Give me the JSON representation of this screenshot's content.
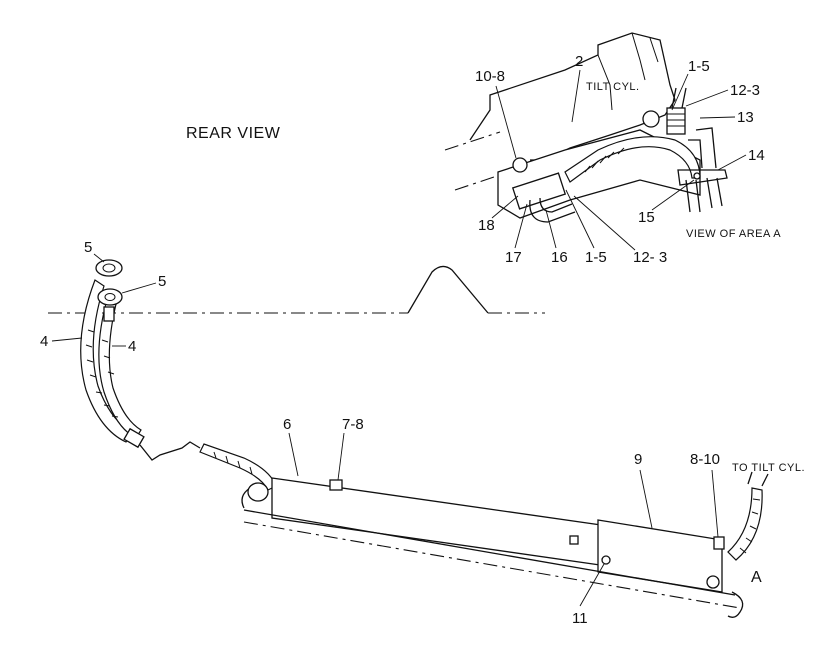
{
  "captions": {
    "rear_view": "REAR VIEW",
    "tilt_cyl": "TILT CYL.",
    "view_of_area": "VIEW OF AREA A",
    "to_tilt_cyl": "TO TILT CYL.",
    "area_marker": "A"
  },
  "callouts": {
    "c_10_8": "10-8",
    "c_2": "2",
    "c_1_5_top": "1-5",
    "c_12_3_top": "12-3",
    "c_13": "13",
    "c_14": "14",
    "c_15": "15",
    "c_18": "18",
    "c_17": "17",
    "c_16": "16",
    "c_1_5_bottom": "1-5",
    "c_12_3_bottom": "12- 3",
    "c_5_upper": "5",
    "c_5_lower": "5",
    "c_4_left": "4",
    "c_4_right": "4",
    "c_6": "6",
    "c_7_8": "7-8",
    "c_9": "9",
    "c_8_10": "8-10",
    "c_11": "11"
  }
}
